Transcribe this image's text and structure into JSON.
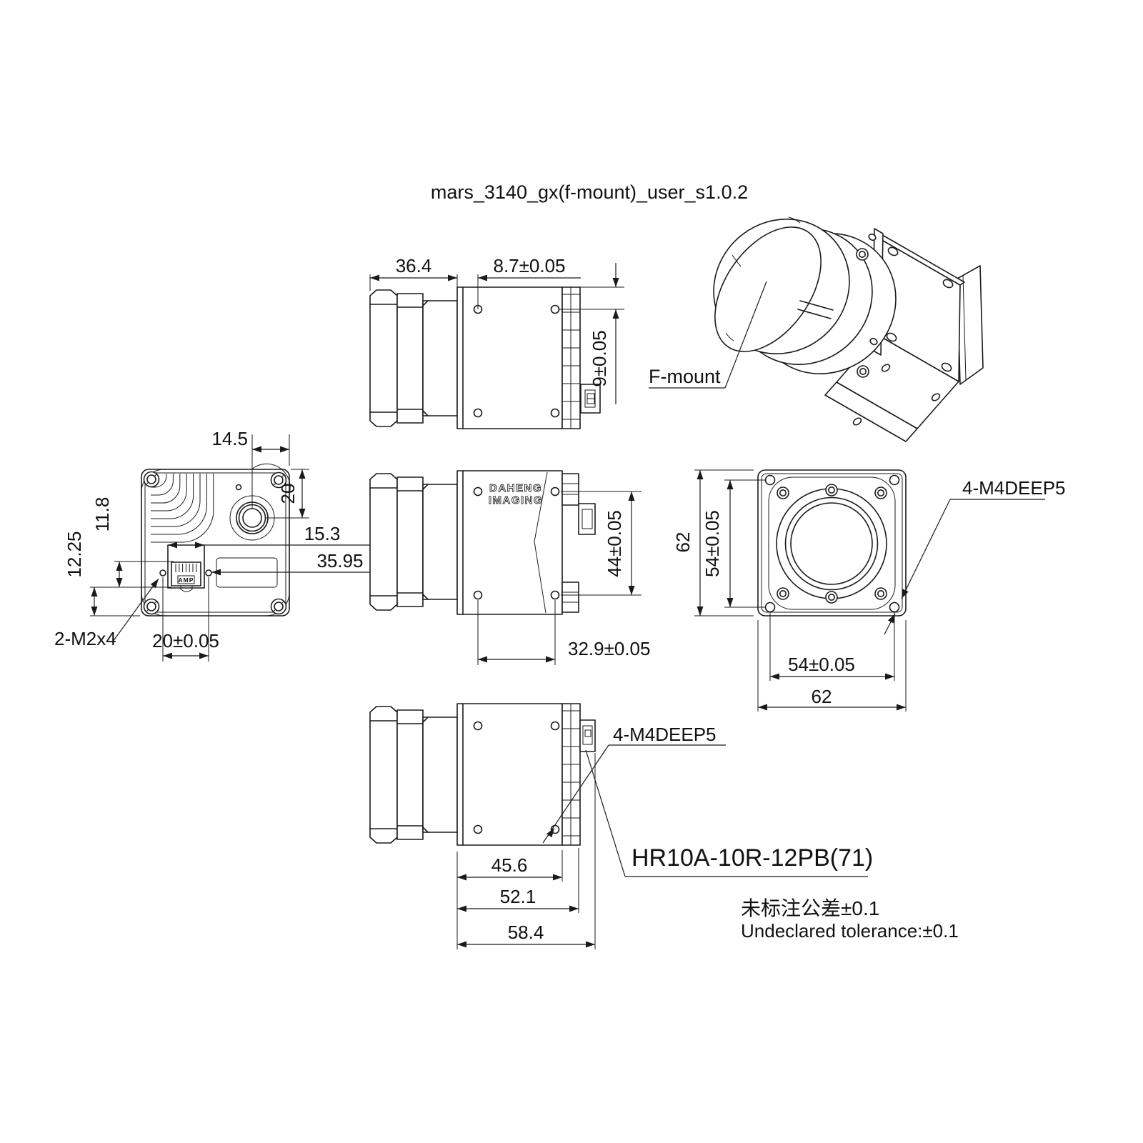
{
  "title": "mars_3140_gx(f-mount)_user_s1.0.2",
  "top_view": {
    "dim_lens_length": "36.4",
    "dim_hole_offset": "8.7±0.05",
    "dim_hole_top": "9±0.05"
  },
  "back_view": {
    "dim_connector_right": "14.5",
    "dim_connector_top": "20",
    "dim_rj45_center": "11.8",
    "dim_rj45_bottom": "12.25",
    "dim_rj45_width": "15.3",
    "dim_m2_right": "35.95",
    "dim_m2_spacing": "20±0.05",
    "label_m2_holes": "2-M2x4",
    "rj45_brand": "AMP"
  },
  "middle_view": {
    "logo_line1": "DAHENG",
    "logo_line2": "IMAGING",
    "dim_hole_spacing_v": "44±0.05",
    "dim_hole_spacing_h": "32.9±0.05"
  },
  "front_view": {
    "dim_height": "62",
    "dim_hole_height": "54±0.05",
    "dim_hole_width": "54±0.05",
    "dim_width": "62",
    "label_m4_holes": "4-M4DEEP5"
  },
  "bottom_view": {
    "dim_face_to_hole": "45.6",
    "dim_body_length": "52.1",
    "dim_total_length": "58.4",
    "label_m4_holes": "4-M4DEEP5",
    "label_connector": "HR10A-10R-12PB(71)"
  },
  "iso_view": {
    "label_mount": "F-mount"
  },
  "notes": {
    "tolerance_zh": "未标注公差±0.1",
    "tolerance_en": "Undeclared tolerance:±0.1"
  },
  "colors": {
    "line": "#1a1a1a",
    "background": "#ffffff"
  }
}
